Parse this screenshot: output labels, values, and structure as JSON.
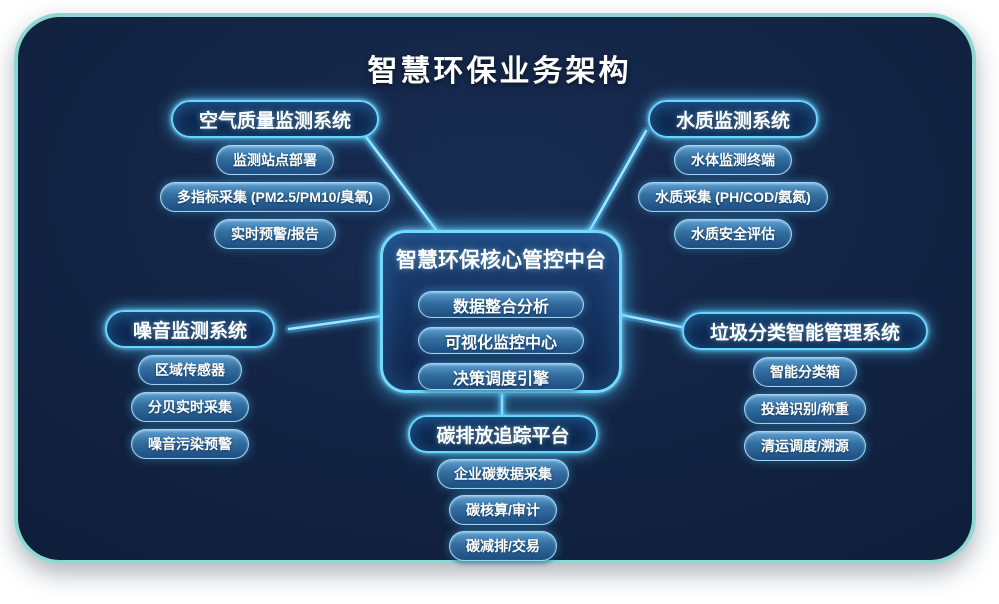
{
  "title": "智慧环保业务架构",
  "center": {
    "title": "智慧环保核心管控中台",
    "items": [
      "数据整合分析",
      "可视化监控中心",
      "决策调度引擎"
    ]
  },
  "systems": [
    {
      "id": "air-quality",
      "title": "空气质量监测系统",
      "items": [
        "监测站点部署",
        "多指标采集 (PM2.5/PM10/臭氧)",
        "实时预警/报告"
      ]
    },
    {
      "id": "water-quality",
      "title": "水质监测系统",
      "items": [
        "水体监测终端",
        "水质采集 (PH/COD/氨氮)",
        "水质安全评估"
      ]
    },
    {
      "id": "noise",
      "title": "噪音监测系统",
      "items": [
        "区域传感器",
        "分贝实时采集",
        "噪音污染预警"
      ]
    },
    {
      "id": "garbage-sorting",
      "title": "垃圾分类智能管理系统",
      "items": [
        "智能分类箱",
        "投递识别/称重",
        "清运调度/溯源"
      ]
    },
    {
      "id": "carbon",
      "title": "碳排放追踪平台",
      "items": [
        "企业碳数据采集",
        "碳核算/审计",
        "碳减排/交易"
      ]
    }
  ],
  "colors": {
    "panel_background": "#11213f",
    "panel_border": "#8fd8d2",
    "glow_cyan": "#70daff",
    "pill_fill_top": "#5da0d4",
    "pill_fill_bottom": "#1d4c82",
    "text": "#ffffff"
  }
}
